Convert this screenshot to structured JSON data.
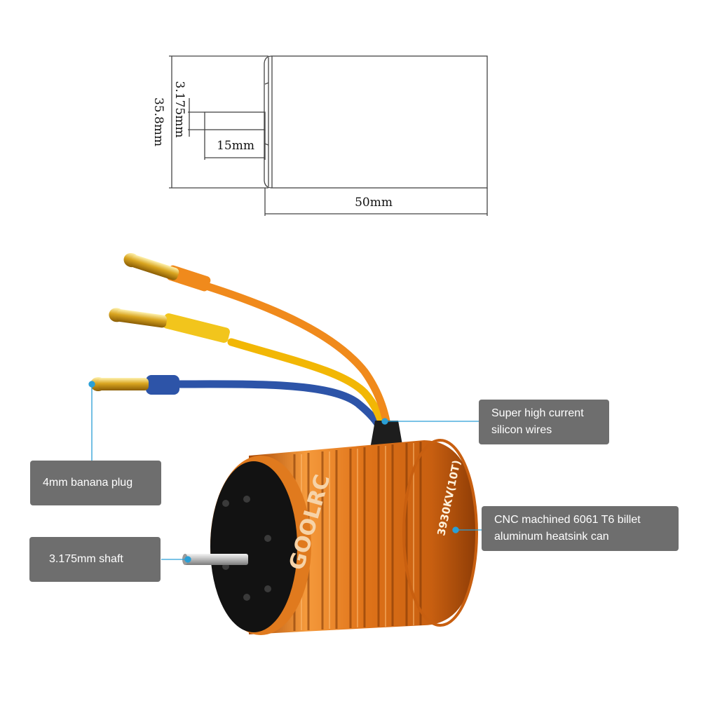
{
  "dimensions": {
    "shaft_diameter": "3.175mm",
    "body_diameter": "35.8mm",
    "shaft_length": "15mm",
    "body_length": "50mm"
  },
  "callouts": {
    "wires": {
      "line1": "Super high current",
      "line2": "silicon wires"
    },
    "plug": {
      "line1": "4mm banana plug"
    },
    "heatsink": {
      "line1": "CNC machined 6061 T6 billet",
      "line2": "aluminum heatsink can"
    },
    "shaft": {
      "line1": "3.175mm shaft"
    }
  },
  "motor": {
    "brand": "GOOLRC",
    "model": "3930KV(10T)"
  },
  "colors": {
    "callout_bg": "#6e6e6e",
    "leader_line": "#2a9fd6",
    "can_orange": "#e07a1e",
    "wire_orange": "#f08a1c",
    "wire_yellow": "#f2b705",
    "wire_blue": "#2d54a8",
    "plug_gold": "#d9a520"
  }
}
